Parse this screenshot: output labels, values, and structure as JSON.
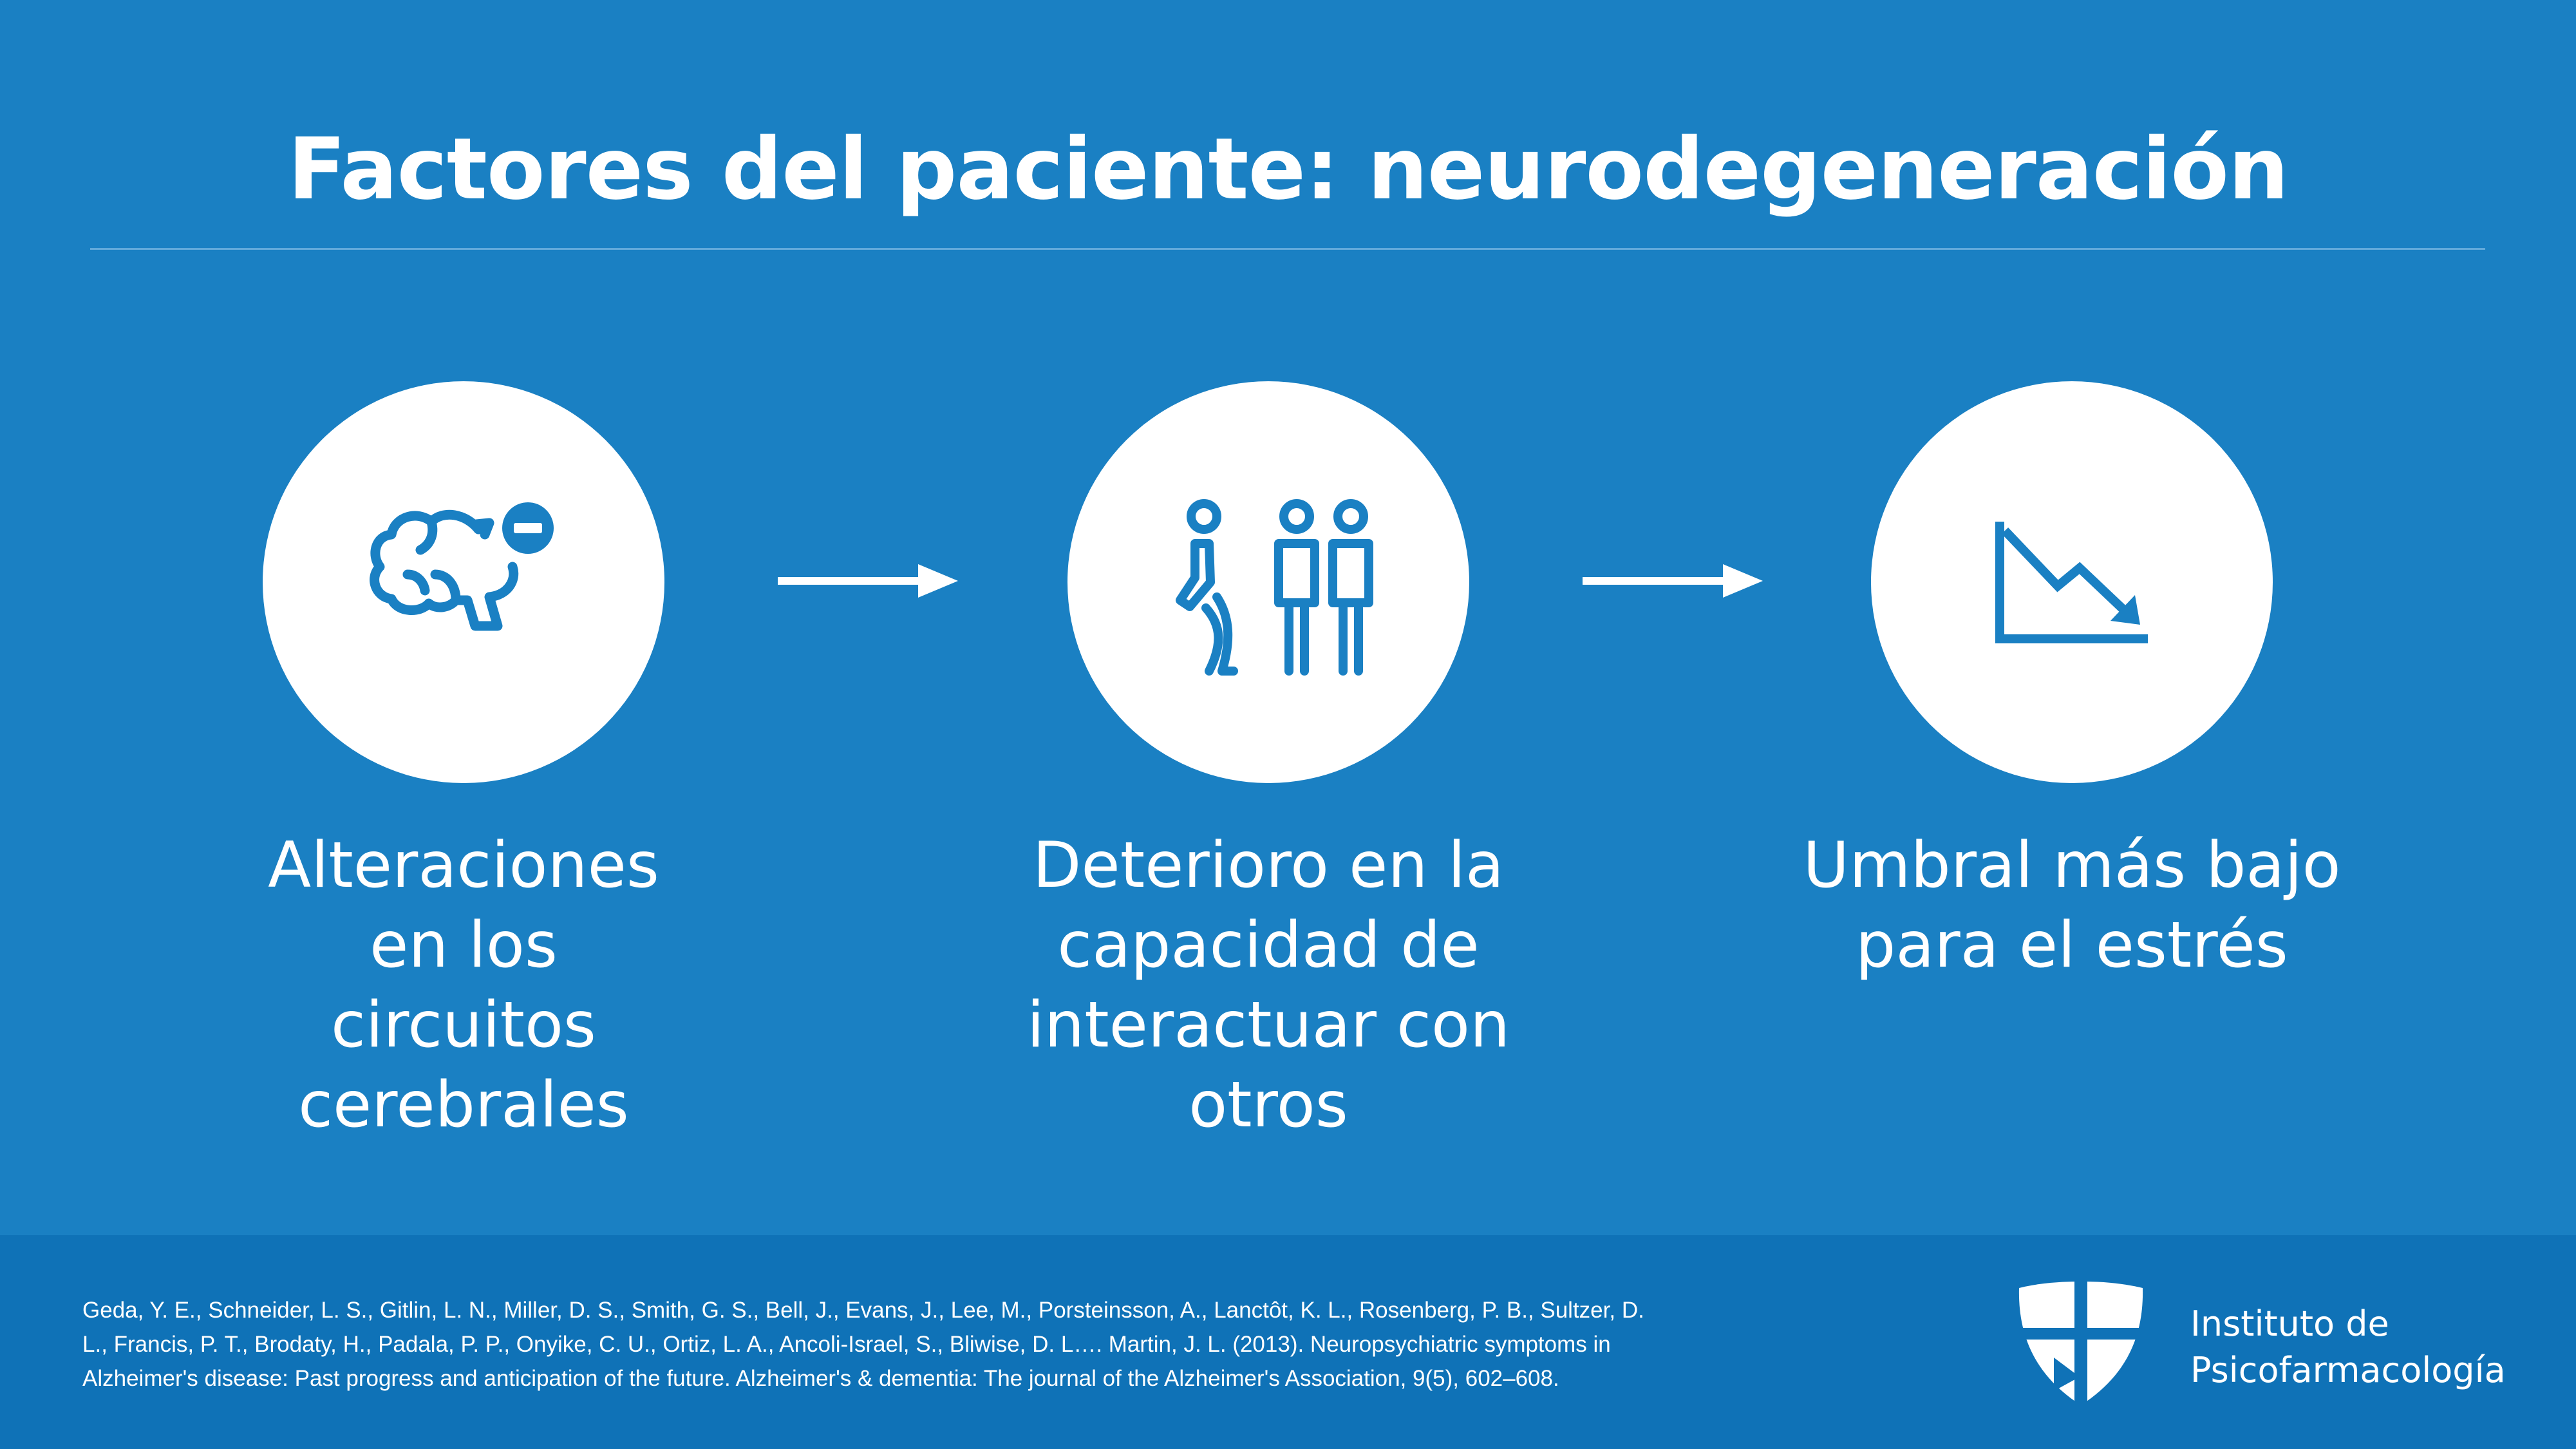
{
  "title": "Factores del paciente: neurodegeneración",
  "accent_color": "#1a80c3",
  "icon_color": "#1a80c3",
  "steps": [
    {
      "icon": "brain-minus-icon",
      "label": "Alteraciones\nen los\ncircuitos\ncerebrales"
    },
    {
      "icon": "people-interaction-icon",
      "label": "Deterioro en la\ncapacidad de\ninteractuar con\notros"
    },
    {
      "icon": "declining-chart-icon",
      "label": "Umbral más bajo\npara el estrés"
    }
  ],
  "footer": {
    "citation": "Geda, Y. E., Schneider, L. S., Gitlin, L. N., Miller, D. S., Smith, G. S., Bell, J., Evans, J., Lee, M., Porsteinsson, A., Lanctôt, K. L., Rosenberg, P. B., Sultzer, D. L., Francis, P. T., Brodaty, H., Padala, P. P., Onyike, C. U., Ortiz, L. A., Ancoli-Israel, S., Bliwise, D. L…. Martin, J. L. (2013). Neuropsychiatric symptoms in Alzheimer's disease: Past progress and anticipation of the future. Alzheimer's & dementia: The journal of the Alzheimer's Association, 9(5), 602–608.",
    "logo_icon": "shield-logo-icon",
    "organization": "Instituto de\nPsicofarmacología"
  }
}
